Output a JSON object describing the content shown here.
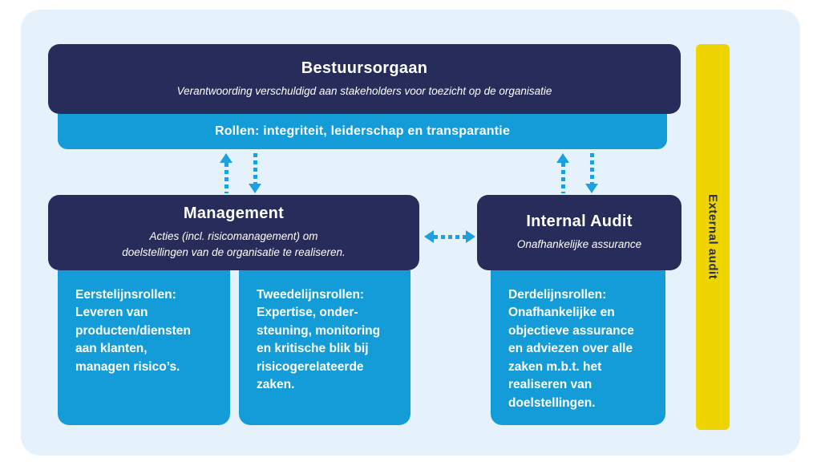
{
  "colors": {
    "navy": "#272c5a",
    "blue": "#149cd8",
    "arrow_blue": "#1fa0de",
    "background": "#e6f2fb",
    "yellow": "#eed502",
    "text_on_dark": "#ffffff"
  },
  "governing_body": {
    "title": "Bestuursorgaan",
    "subtitle": "Verantwoording verschuldigd aan stakeholders voor toezicht op de organisatie"
  },
  "roles_bar": {
    "label": "Rollen: integriteit, leiderschap en transparantie"
  },
  "management": {
    "title": "Management",
    "subtitle": "Acties (incl. risicomanagement) om\ndoelstellingen van de organisatie te realiseren."
  },
  "internal_audit": {
    "title": "Internal Audit",
    "subtitle": "Onafhankelijke assurance"
  },
  "first_line": {
    "heading": "Eerstelijnsrollen:",
    "body": "Leveren van\nproducten/diensten\naan klanten,\nmanagen risico’s."
  },
  "second_line": {
    "heading": "Tweedelijnsrollen:",
    "body": "Expertise, onder-\nsteuning, monitoring\nen kritische blik bij\nrisicogerelateerde\nzaken."
  },
  "third_line": {
    "heading": "Derdelijnsrollen:",
    "body": "Onafhankelijke en\nobjectieve assurance\nen adviezen over alle\nzaken m.b.t. het\nrealiseren van\ndoelstellingen."
  },
  "external_audit": {
    "label": "External audit"
  },
  "icons": {
    "up_arrow": "dotted-arrow-up",
    "down_arrow": "dotted-arrow-down",
    "double_arrow": "dotted-arrow-horizontal"
  }
}
